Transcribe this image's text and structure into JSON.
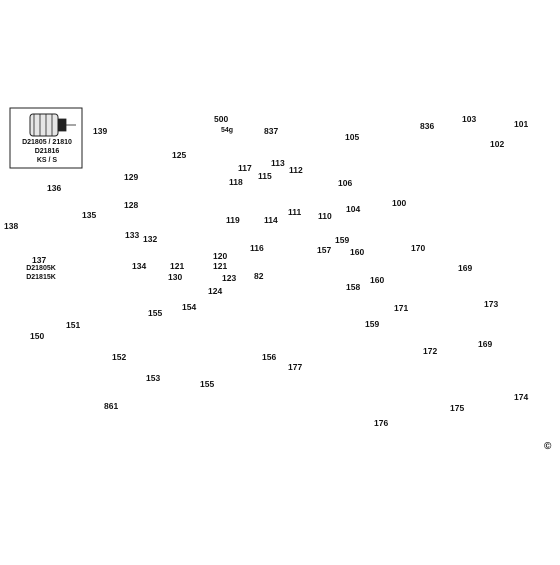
{
  "parts": {
    "p100": "100",
    "p101": "101",
    "p102": "102",
    "p103": "103",
    "p104": "104",
    "p105": "105",
    "p106": "106",
    "p110": "110",
    "p111": "111",
    "p112": "112",
    "p113": "113",
    "p114": "114",
    "p115": "115",
    "p116": "116",
    "p117": "117",
    "p118": "118",
    "p119": "119",
    "p120": "120",
    "p121a": "121",
    "p121b": "121",
    "p123": "123",
    "p124": "124",
    "p125": "125",
    "p128": "128",
    "p129": "129",
    "p130": "130",
    "p132": "132",
    "p133": "133",
    "p134": "134",
    "p135": "135",
    "p136": "136",
    "p137": "137",
    "p138": "138",
    "p139": "139",
    "p150": "150",
    "p151": "151",
    "p152": "152",
    "p153": "153",
    "p154": "154",
    "p155a": "155",
    "p155b": "155",
    "p156": "156",
    "p157": "157",
    "p158": "158",
    "p159a": "159",
    "p159b": "159",
    "p160a": "160",
    "p160b": "160",
    "p169a": "169",
    "p169b": "169",
    "p170": "170",
    "p171": "171",
    "p172": "172",
    "p173": "173",
    "p174": "174",
    "p175": "175",
    "p176": "176",
    "p177": "177",
    "p500": "500",
    "p82": "82",
    "p836": "836",
    "p837": "837",
    "p861": "861"
  },
  "notes": {
    "grease_54g": "54g",
    "top_models_line1": "D21805 / 21810",
    "top_models_line2": "D21816",
    "top_models_line3": "KS / S",
    "chuck_models_line1": "D21805K",
    "chuck_models_line2": "D21815K",
    "copyright_mark": "©"
  }
}
